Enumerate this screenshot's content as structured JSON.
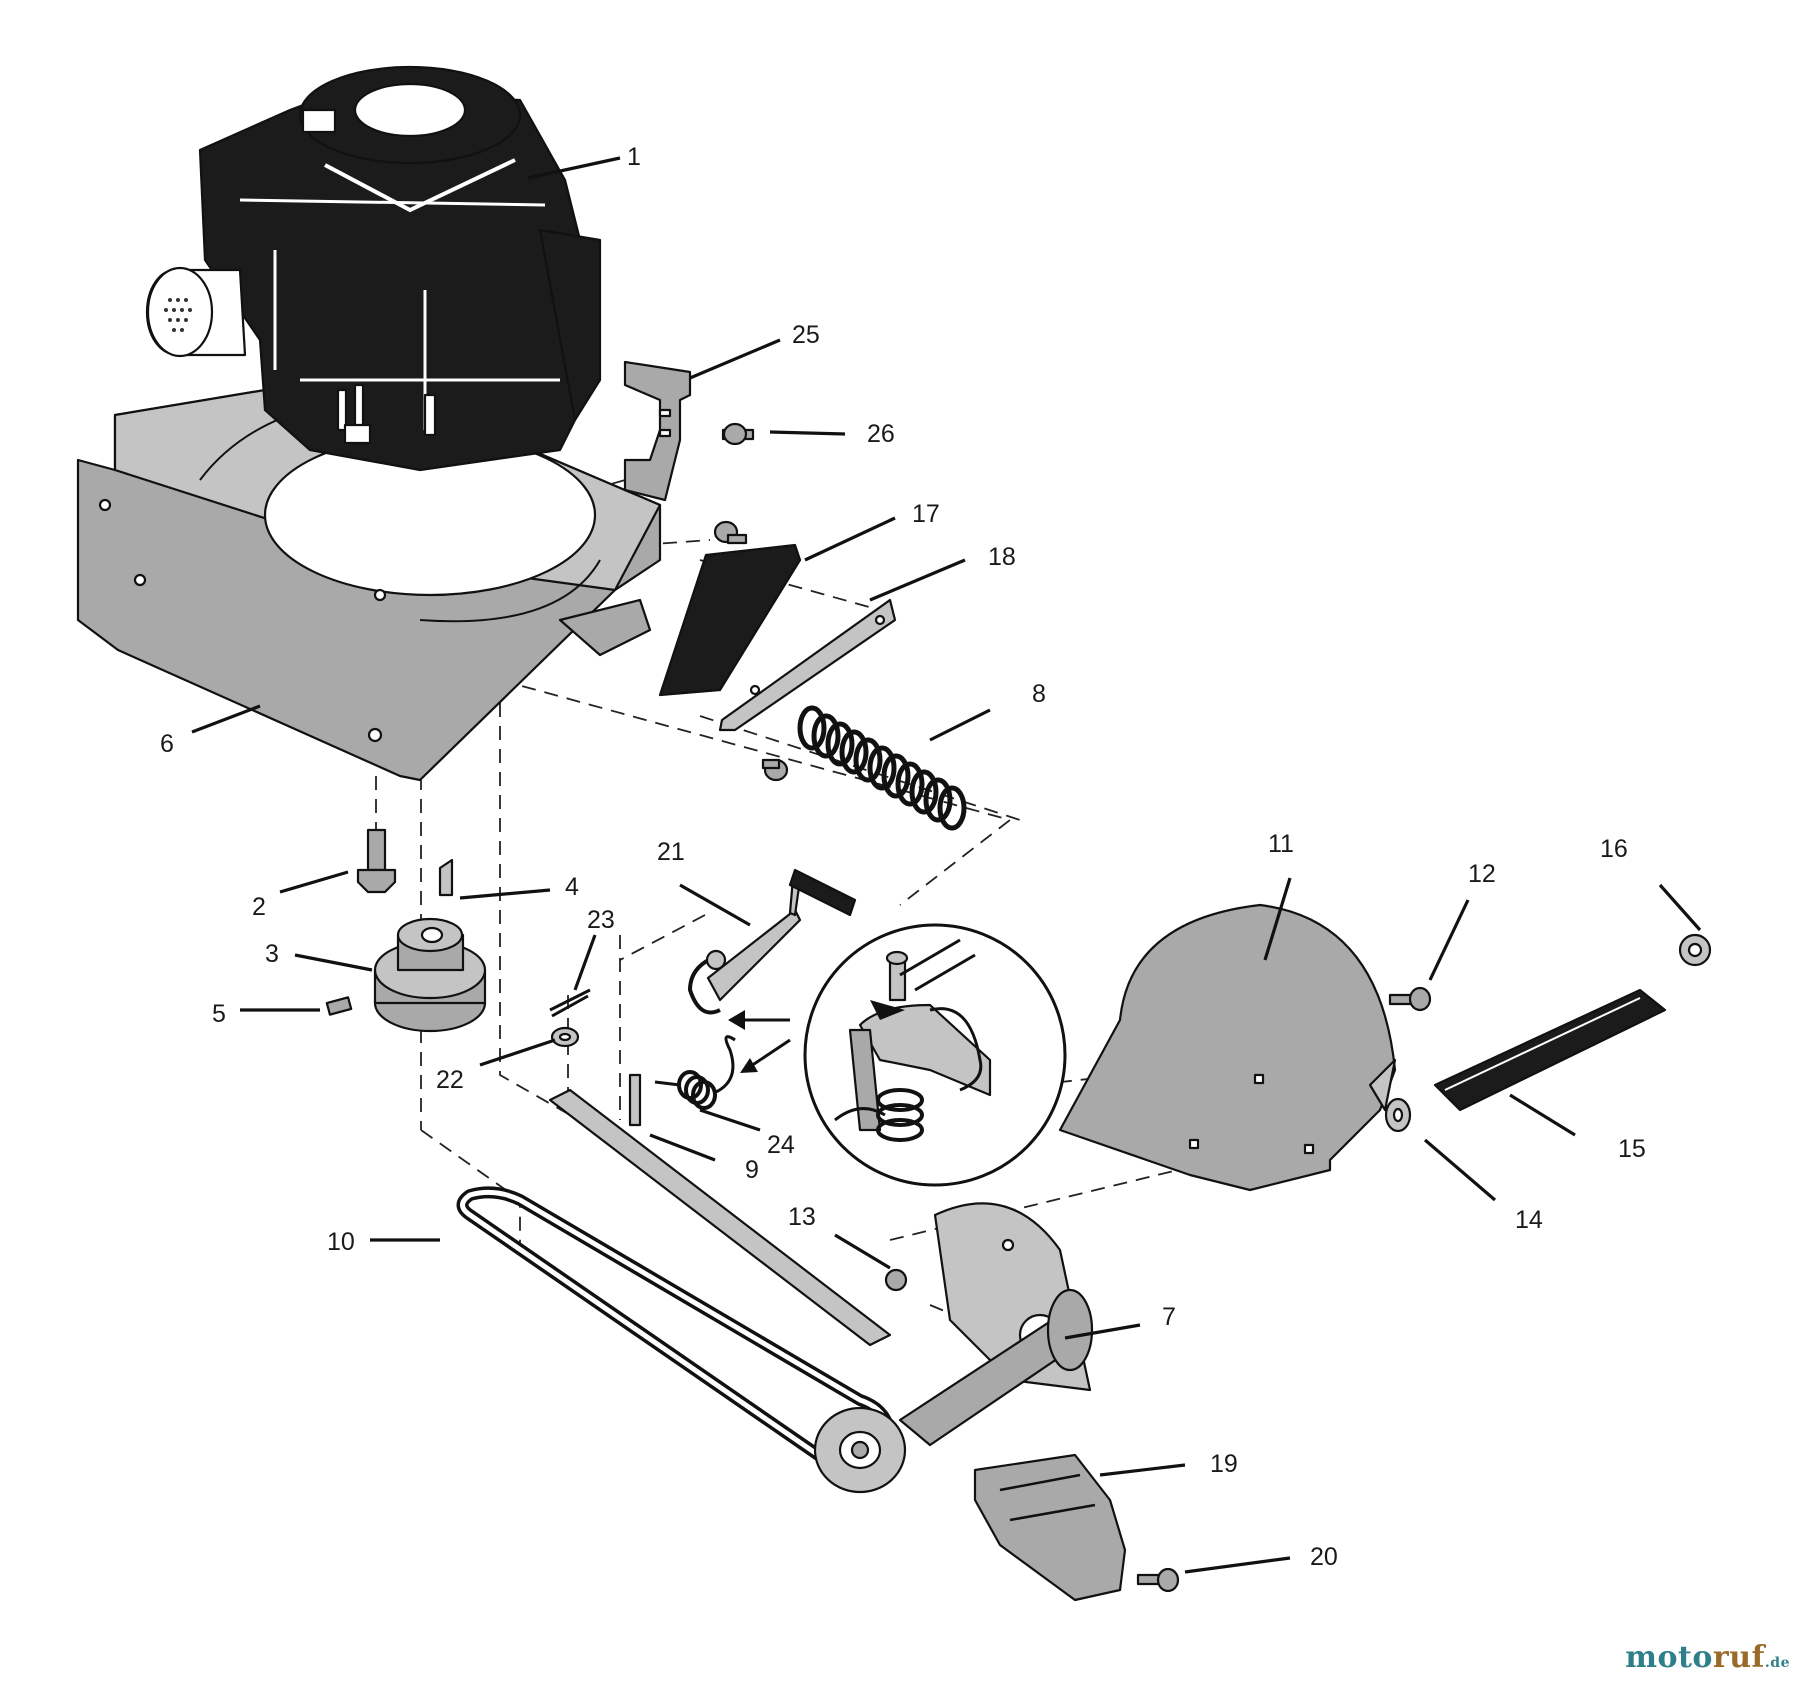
{
  "diagram": {
    "callouts": [
      "1",
      "2",
      "3",
      "4",
      "5",
      "6",
      "7",
      "8",
      "9",
      "10",
      "11",
      "12",
      "13",
      "14",
      "15",
      "16",
      "17",
      "18",
      "19",
      "20",
      "21",
      "22",
      "23",
      "24",
      "25",
      "26"
    ]
  },
  "watermark": {
    "part1": "moto",
    "part2": "ruf",
    "part3": ".de"
  }
}
